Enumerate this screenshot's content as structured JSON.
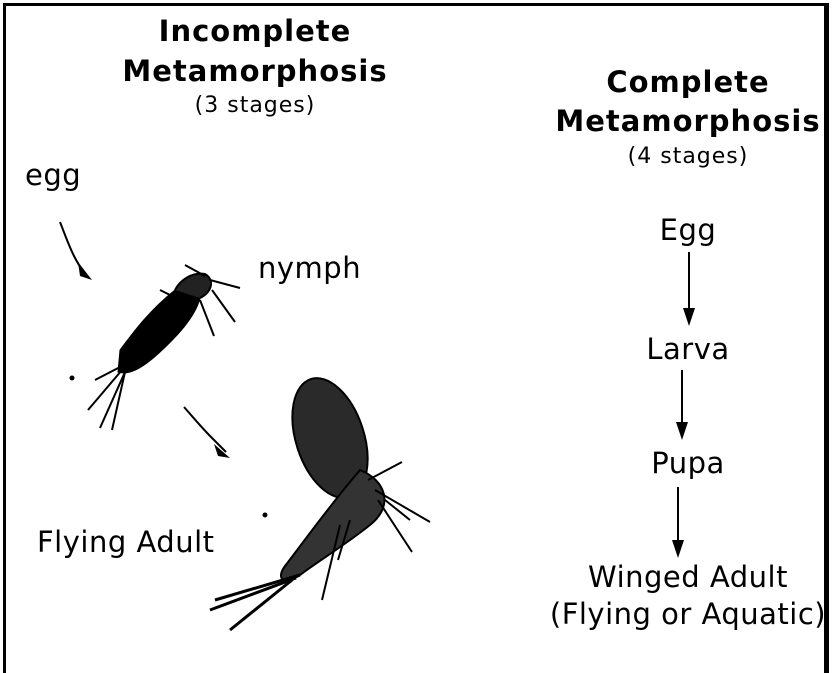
{
  "incomplete": {
    "title_line1": "Incomplete",
    "title_line2": "Metamorphosis",
    "subtitle": "(3 stages)",
    "stages": {
      "egg": "egg",
      "nymph": "nymph",
      "adult": "Flying Adult"
    }
  },
  "complete": {
    "title_line1": "Complete",
    "title_line2": "Metamorphosis",
    "subtitle": "(4 stages)",
    "stages": [
      "Egg",
      "Larva",
      "Pupa",
      "Winged Adult",
      "(Flying or Aquatic)"
    ]
  }
}
